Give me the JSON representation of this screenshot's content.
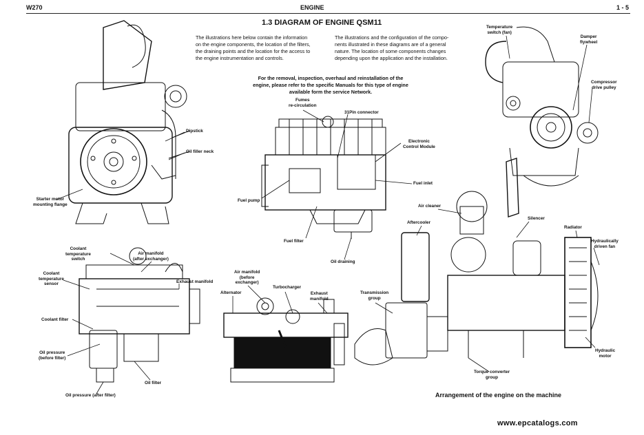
{
  "header": {
    "left": "W270",
    "center": "ENGINE",
    "right": "1 - 5"
  },
  "title": "1.3 DIAGRAM OF ENGINE QSM11",
  "intro": {
    "left": [
      "The illustrations here below contain the information",
      "on the engine components, the location of the filters,",
      "the draining points and the location for the access to",
      "the engine instrumentation and controls."
    ],
    "right": [
      "The illustrations and the configuration of the compo-",
      "nents illustrated in these diagrams are of a general",
      "nature. The location of some components changes",
      "depending upon the application and the installation."
    ]
  },
  "note": [
    "For the removal, inspection, overhaul and reinstallation of the",
    "engine, please refer to the specific Manuals for this type of engine",
    "available form the service Network."
  ],
  "labels": {
    "dipstick": "Dipstick",
    "oil_filler_neck": "Oil filler neck",
    "starter_motor": [
      "Starter motor",
      "mounting flange"
    ],
    "fumes": [
      "Fumes",
      "re-circulation"
    ],
    "pin_connector": "31Pin connector",
    "ecm": [
      "Electronic",
      "Control Module"
    ],
    "fuel_inlet": "Fuel inlet",
    "fuel_pump": "Fuel pump",
    "fuel_filter": "Fuel filter",
    "oil_draining": "Oil draining",
    "temp_switch_fan": [
      "Temperature",
      "switch (fan)"
    ],
    "damper_flywheel": [
      "Damper",
      "flywheel"
    ],
    "compressor_pulley": [
      "Compressor",
      "drive pulley"
    ],
    "coolant_temp_switch": [
      "Coolant",
      "temperature",
      "switch"
    ],
    "air_manifold_after": [
      "Air manifold",
      "(after exchanger)"
    ],
    "coolant_temp_sensor": [
      "Coolant",
      "temperature",
      "sensor"
    ],
    "exhaust_manifold_left": "Exhaust manifold",
    "coolant_filter": "Coolant filter",
    "oil_pressure_before": [
      "Oil pressure",
      "(before filter)"
    ],
    "oil_filter": "Oil filter",
    "oil_pressure_after": "Oil pressure (after filter)",
    "air_manifold_before": [
      "Air manifold",
      "(before",
      "exchanger)"
    ],
    "alternator": "Alternator",
    "turbocharger": "Turbocharger",
    "exhaust_manifold_mid": [
      "Exhaust",
      "manifold"
    ],
    "air_cleaner": "Air cleaner",
    "aftercooler": "Aftercooler",
    "silencer": "Silencer",
    "radiator": "Radiator",
    "hyd_fan": [
      "Hydraulically",
      "driven fan"
    ],
    "transmission_group": [
      "Transmission",
      "group"
    ],
    "hyd_motor": [
      "Hydraulic",
      "motor"
    ],
    "torque_converter": [
      "Torque converter",
      "group"
    ]
  },
  "caption": "Arrangement of the engine on the machine",
  "brand": "www.epcatalogs.com"
}
